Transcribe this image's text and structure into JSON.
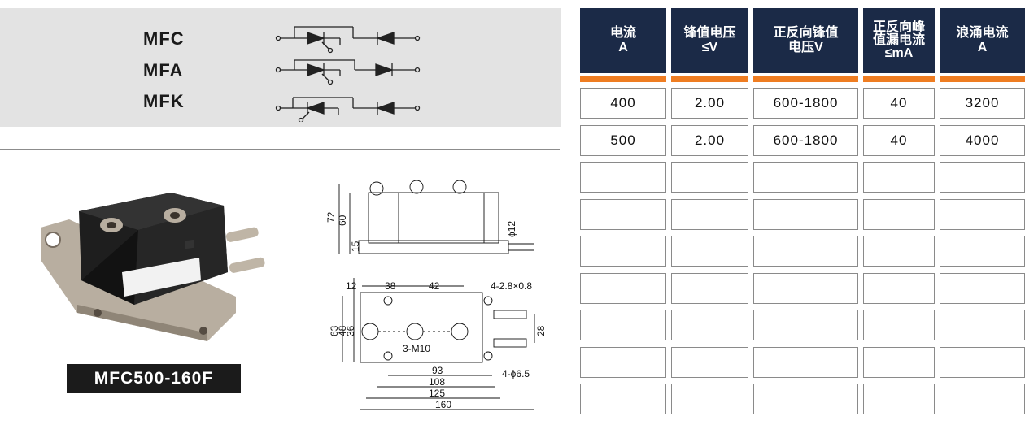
{
  "models": [
    "MFC",
    "MFA",
    "MFK"
  ],
  "product_label": "MFC500-160F",
  "drawing": {
    "side_view": {
      "height_total": "72",
      "height_body": "60",
      "height_base": "15",
      "tube_dia": "ϕ12"
    },
    "top_view": {
      "dims_top": [
        "12",
        "38",
        "42"
      ],
      "mount_holes": "4-2.8×0.8",
      "height_outer": "63",
      "height_mid": "48",
      "height_inner": "36",
      "tube_spacing": "28",
      "terminals": "3-M10",
      "base_holes": "4-ϕ6.5",
      "widths": [
        "93",
        "108",
        "125",
        "160"
      ]
    }
  },
  "table": {
    "headers": [
      [
        "电流",
        "A"
      ],
      [
        "锋值电压",
        "≤V"
      ],
      [
        "正反向锋值",
        "电压V"
      ],
      [
        "正反向峰",
        "值漏电流",
        "≤mA"
      ],
      [
        "浪涌电流",
        "A"
      ]
    ],
    "rows": [
      [
        "400",
        "2.00",
        "600-1800",
        "40",
        "3200"
      ],
      [
        "500",
        "2.00",
        "600-1800",
        "40",
        "4000"
      ],
      [
        "",
        "",
        "",
        "",
        ""
      ],
      [
        "",
        "",
        "",
        "",
        ""
      ],
      [
        "",
        "",
        "",
        "",
        ""
      ],
      [
        "",
        "",
        "",
        "",
        ""
      ],
      [
        "",
        "",
        "",
        "",
        ""
      ],
      [
        "",
        "",
        "",
        "",
        ""
      ],
      [
        "",
        "",
        "",
        "",
        ""
      ]
    ]
  },
  "colors": {
    "header_bg": "#1b2a47",
    "accent_bar": "#ef7d22",
    "panel_bg": "#e3e3e3"
  }
}
